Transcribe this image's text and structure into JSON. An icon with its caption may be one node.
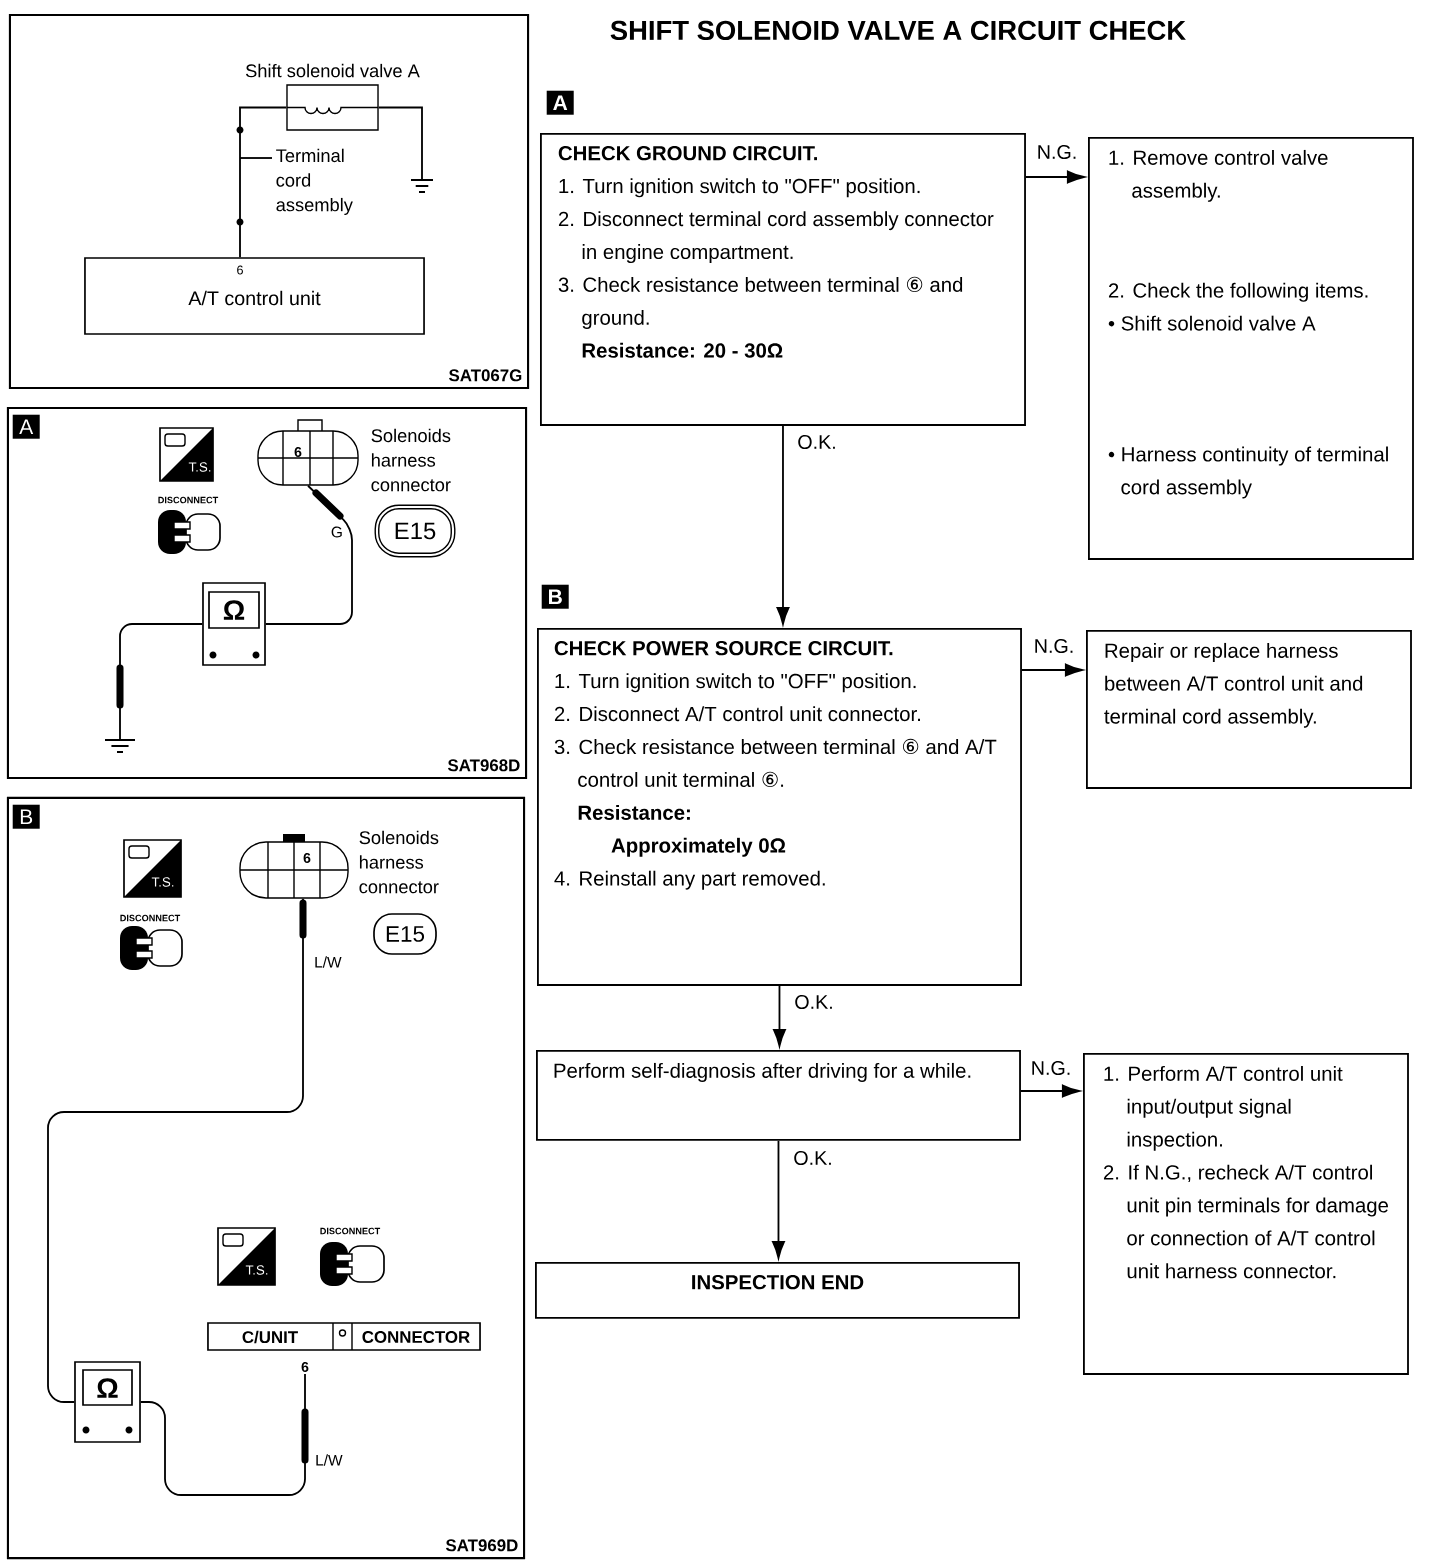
{
  "diagram": {
    "title": "SHIFT SOLENOID VALVE A CIRCUIT CHECK",
    "nodes": [
      {
        "text": [
          "SAT067G"
        ]
      },
      {
        "text": [
          "Shift solenoid valve A"
        ],
        "in": 0
      },
      {
        "text": [],
        "shape": "ground",
        "in": 0
      },
      {
        "text": [
          "Terminal cord assembly"
        ],
        "in": 0
      },
      {
        "text": [
          "6",
          "A/T control unit"
        ],
        "in": 0
      },
      {
        "text": [
          "SAT968D"
        ]
      },
      {
        "text": [
          "6"
        ],
        "in": 5,
        "beside": [
          "Solenoids harness connector"
        ]
      },
      {
        "text": [
          "E15"
        ],
        "in": 5
      },
      {
        "text": [
          "Ω"
        ],
        "in": 5
      },
      {
        "text": [],
        "shape": "ground",
        "in": 5
      },
      {
        "text": [
          "SAT969D"
        ]
      },
      {
        "text": [
          "6"
        ],
        "in": 10,
        "beside": [
          "Solenoids harness connector"
        ]
      },
      {
        "text": [
          "E15"
        ],
        "in": 10
      },
      {
        "text": [
          "Ω"
        ],
        "in": 10
      },
      {
        "text": [
          "C/UNIT",
          "CONNECTOR"
        ],
        "in": 10
      },
      {
        "text": [
          "6"
        ],
        "in": 10
      },
      {
        "text": [
          "A"
        ]
      },
      {
        "text": [
          "CHECK GROUND CIRCUIT.",
          "1. Turn ignition switch to \"OFF\" position.",
          "2. Disconnect terminal cord assembly connector in engine compartment.",
          "3. Check resistance between terminal ⑥ and ground.",
          "Resistance: 20 - 30Ω"
        ]
      },
      {
        "text": [
          "1. Remove control valve assembly.",
          "2. Check the following items.",
          "• Shift solenoid valve A",
          "• Harness continuity of terminal cord assembly"
        ]
      },
      {
        "text": [
          "B"
        ]
      },
      {
        "text": [
          "CHECK POWER SOURCE CIRCUIT.",
          "1. Turn ignition switch to \"OFF\" position.",
          "2. Disconnect A/T control unit connector.",
          "3. Check resistance between terminal ⑥ and A/T control unit terminal ⑥.",
          "Resistance:",
          "Approximately 0Ω",
          "4. Reinstall any part removed."
        ]
      },
      {
        "text": [
          "Repair or replace harness between A/T control unit and terminal cord assembly."
        ]
      },
      {
        "text": [
          "Perform self-diagnosis after driving for a while."
        ]
      },
      {
        "text": [
          "1. Perform A/T control unit input/output signal inspection.",
          "2. If N.G., recheck A/T control unit pin terminals for damage or connection of A/T control unit harness connector."
        ]
      },
      {
        "text": [
          "INSPECTION END"
        ]
      },
      {
        "text": [
          "A"
        ],
        "in": 5
      },
      {
        "text": [
          "B"
        ],
        "in": 10
      }
    ],
    "edges": [
      {
        "from": 1,
        "to": 4,
        "arrow": "none"
      },
      {
        "from": 1,
        "to": 2,
        "arrow": "none"
      },
      {
        "from": 3,
        "to": null,
        "arrow": "none"
      },
      {
        "from": 6,
        "to": 8,
        "arrow": "none",
        "label": "G"
      },
      {
        "from": 8,
        "to": 9,
        "arrow": "none"
      },
      {
        "from": 11,
        "to": 13,
        "arrow": "none",
        "label": "L/W"
      },
      {
        "from": 13,
        "to": 15,
        "arrow": "none",
        "label": "L/W"
      },
      {
        "from": 17,
        "to": 18,
        "arrow": "to",
        "label": "N.G."
      },
      {
        "from": 17,
        "to": 20,
        "arrow": "to",
        "label": "O.K."
      },
      {
        "from": 20,
        "to": 21,
        "arrow": "to",
        "label": "N.G."
      },
      {
        "from": 20,
        "to": 22,
        "arrow": "to",
        "label": "O.K."
      },
      {
        "from": 22,
        "to": 23,
        "arrow": "to",
        "label": "N.G."
      },
      {
        "from": 22,
        "to": 24,
        "arrow": "to",
        "label": "O.K."
      }
    ],
    "labels": [
      "T.S.",
      "DISCONNECT",
      "T.S.",
      "DISCONNECT",
      "T.S.",
      "DISCONNECT"
    ]
  }
}
